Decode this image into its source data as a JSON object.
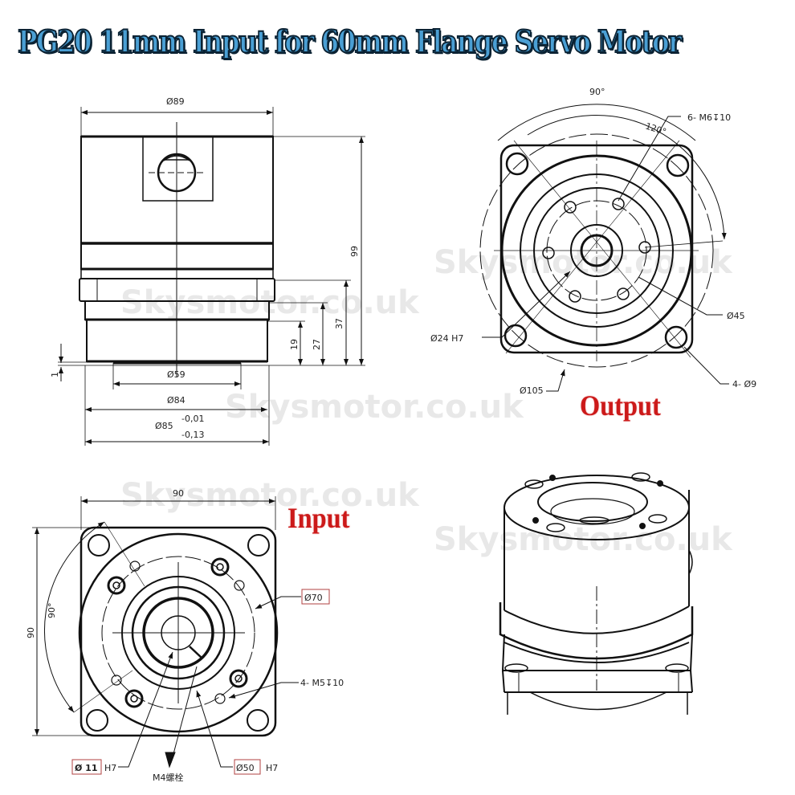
{
  "title": "PG20   11mm Input for 60mm Flange Servo Motor",
  "colors": {
    "title_fill": "#4a9fd4",
    "title_outline": "#0b2233",
    "label_red": "#cc1a1a",
    "line": "#111111"
  },
  "watermark": "Skysmotor.co.uk",
  "side_view": {
    "width_dim": "Ø89",
    "height_total": "99",
    "dim_37": "37",
    "dim_27": "27",
    "dim_19": "19",
    "dim_1": "1",
    "dia_59": "Ø59",
    "dia_84": "Ø84",
    "dia_85": "Ø85",
    "tol_upper": "-0,01",
    "tol_lower": "-0,13"
  },
  "output_view": {
    "label": "Output",
    "angle_90": "90°",
    "angle_120": "120°",
    "holes_thread": "6-  M6↧10",
    "dia_45": "Ø45",
    "dia_24": "Ø24  H7",
    "dia_105": "Ø105",
    "corner_holes": "4-  Ø9"
  },
  "input_view": {
    "label": "Input",
    "width_dim": "90",
    "height_dim": "90",
    "angle_90": "90°",
    "dia_70": "Ø70",
    "holes_thread": "4-  M5↧10",
    "dia_11": "Ø 11",
    "dia_11_tol": "H7",
    "bolt": "M4螺栓",
    "dia_50": "Ø50",
    "dia_50_tol": "H7"
  }
}
